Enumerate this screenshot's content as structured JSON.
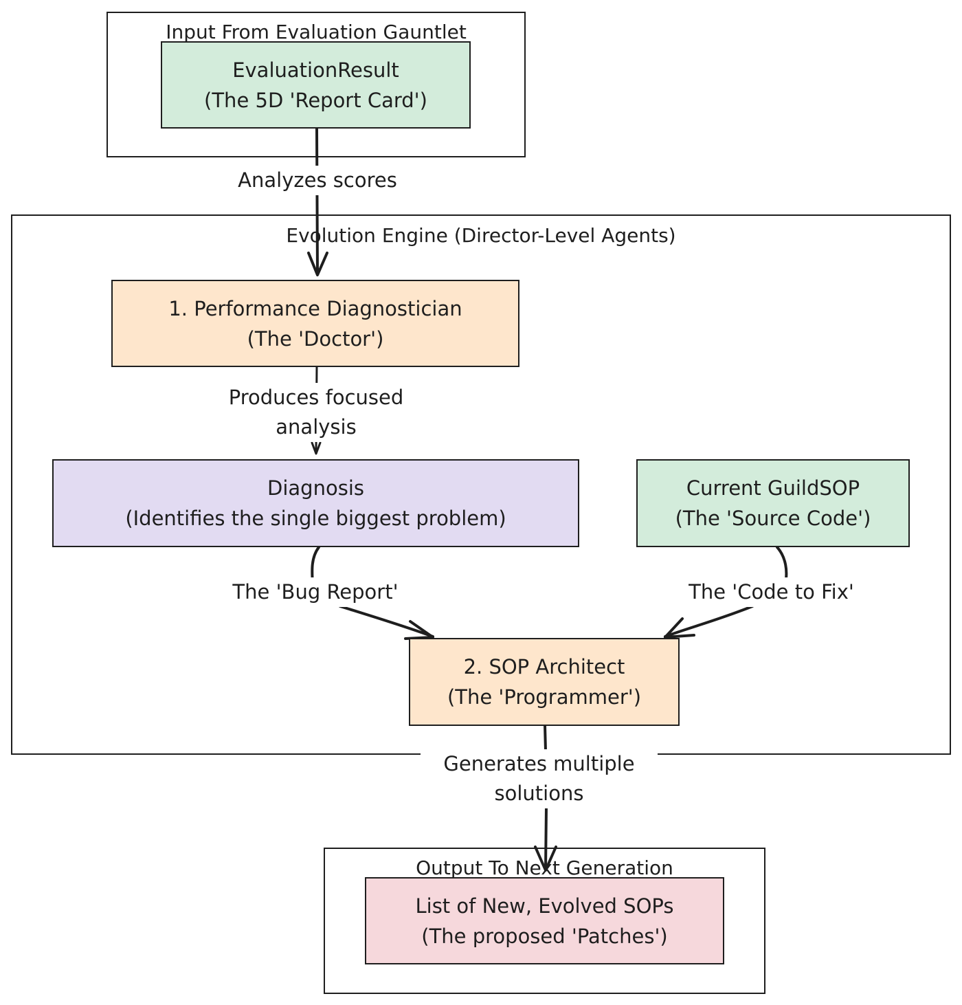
{
  "groups": {
    "input": {
      "title": "Input From Evaluation Gauntlet"
    },
    "engine": {
      "title": "Evolution Engine (Director-Level Agents)"
    },
    "output": {
      "title": "Output To Next Generation"
    }
  },
  "nodes": {
    "evaluation_result": {
      "line1": "EvaluationResult",
      "line2": "(The 5D 'Report Card')",
      "fill": "#d3ecdb"
    },
    "diagnostician": {
      "line1": "1. Performance Diagnostician",
      "line2": "(The 'Doctor')",
      "fill": "#fee6cc"
    },
    "diagnosis": {
      "line1": "Diagnosis",
      "line2": "(Identifies the single biggest problem)",
      "fill": "#e2dbf2"
    },
    "guild_sop": {
      "line1": "Current GuildSOP",
      "line2": "(The 'Source Code')",
      "fill": "#d3ecdb"
    },
    "architect": {
      "line1": "2. SOP Architect",
      "line2": "(The 'Programmer')",
      "fill": "#fee6cc"
    },
    "evolved_sops": {
      "line1": "List of New, Evolved SOPs",
      "line2": "(The proposed 'Patches')",
      "fill": "#f6d8dc"
    }
  },
  "edges": {
    "analyzes": {
      "label": "Analyzes scores"
    },
    "produces": {
      "line1": "Produces focused",
      "line2": "analysis"
    },
    "bug_report": {
      "label": "The 'Bug Report'"
    },
    "code_to_fix": {
      "label": "The 'Code to Fix'"
    },
    "generates": {
      "line1": "Generates multiple",
      "line2": "solutions"
    }
  }
}
